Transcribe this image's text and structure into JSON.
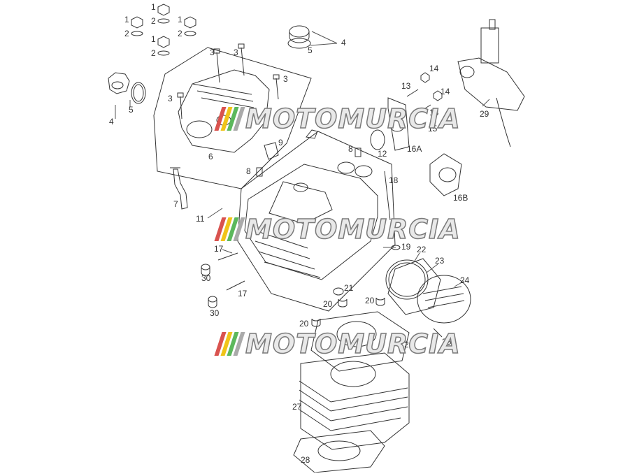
{
  "watermark": {
    "text": "MOTOMURCIA",
    "stripe_colors": [
      "#d9534f",
      "#f0c419",
      "#5cb85c",
      "#aaaaaa"
    ]
  },
  "labels": {
    "1": "1",
    "2": "2",
    "3": "3",
    "4": "4",
    "5": "5",
    "6": "6",
    "7": "7",
    "8": "8",
    "9": "9",
    "11": "11",
    "12": "12",
    "13": "13",
    "14": "14",
    "15": "15",
    "16A": "16A",
    "16B": "16B",
    "17": "17",
    "18": "18",
    "19": "19",
    "20": "20",
    "21": "21",
    "22": "22",
    "23": "23",
    "24": "24",
    "25": "25",
    "26": "26",
    "27": "27",
    "28": "28",
    "29": "29",
    "30": "30"
  }
}
